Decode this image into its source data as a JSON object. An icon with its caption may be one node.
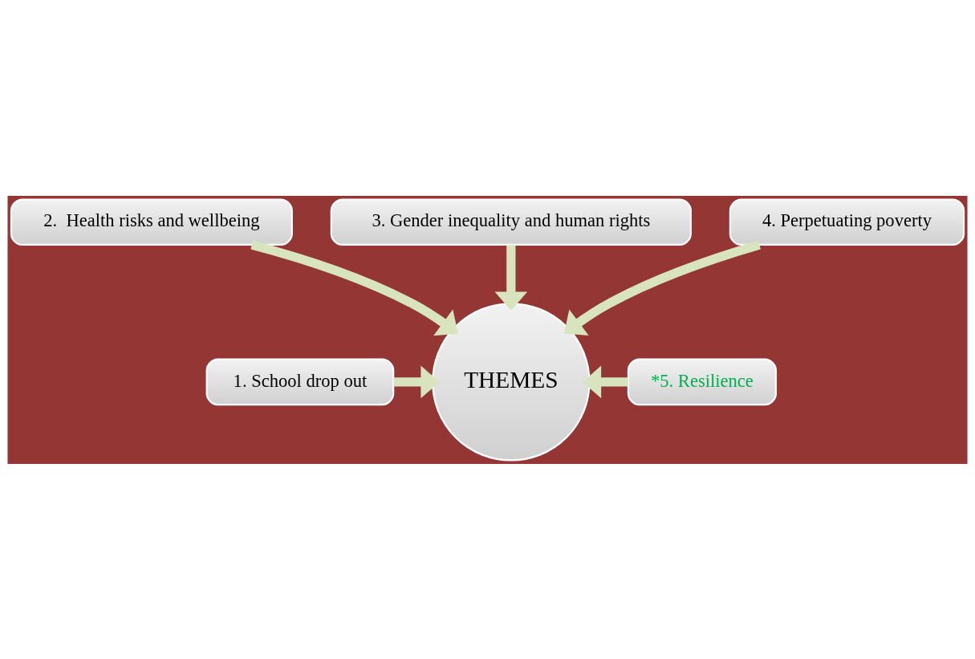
{
  "diagram": {
    "nodes": [
      {
        "text": [
          "1. School drop out"
        ]
      },
      {
        "text": [
          "2.  Health risks and wellbeing"
        ]
      },
      {
        "text": [
          "3. Gender inequality and human rights"
        ]
      },
      {
        "text": [
          "4. Perpetuating poverty"
        ]
      },
      {
        "text": [
          "THEMES"
        ]
      },
      {
        "text": [
          "*5. Resilience"
        ]
      }
    ],
    "edges": [
      {
        "from": 0,
        "to": 4,
        "arrow": "to"
      },
      {
        "from": 1,
        "to": 4,
        "arrow": "to"
      },
      {
        "from": 2,
        "to": 4,
        "arrow": "to"
      },
      {
        "from": 3,
        "to": 4,
        "arrow": "to"
      },
      {
        "from": 5,
        "to": 4,
        "arrow": "to"
      }
    ]
  }
}
